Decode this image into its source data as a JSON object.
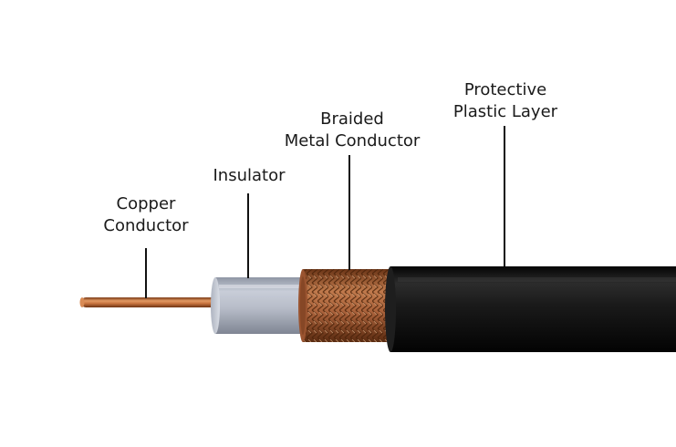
{
  "labels": {
    "copper": {
      "line1": "Copper",
      "line2": "Conductor"
    },
    "insulator": {
      "line1": "Insulator"
    },
    "braided": {
      "line1": "Braided",
      "line2": "Metal Conductor"
    },
    "protective": {
      "line1": "Protective",
      "line2": "Plastic Layer"
    }
  },
  "colors": {
    "copper": "#c9743f",
    "insulator": "#b7bcc8",
    "braid": "#a9613a",
    "jacket": "#161616",
    "leader": "#111111"
  }
}
